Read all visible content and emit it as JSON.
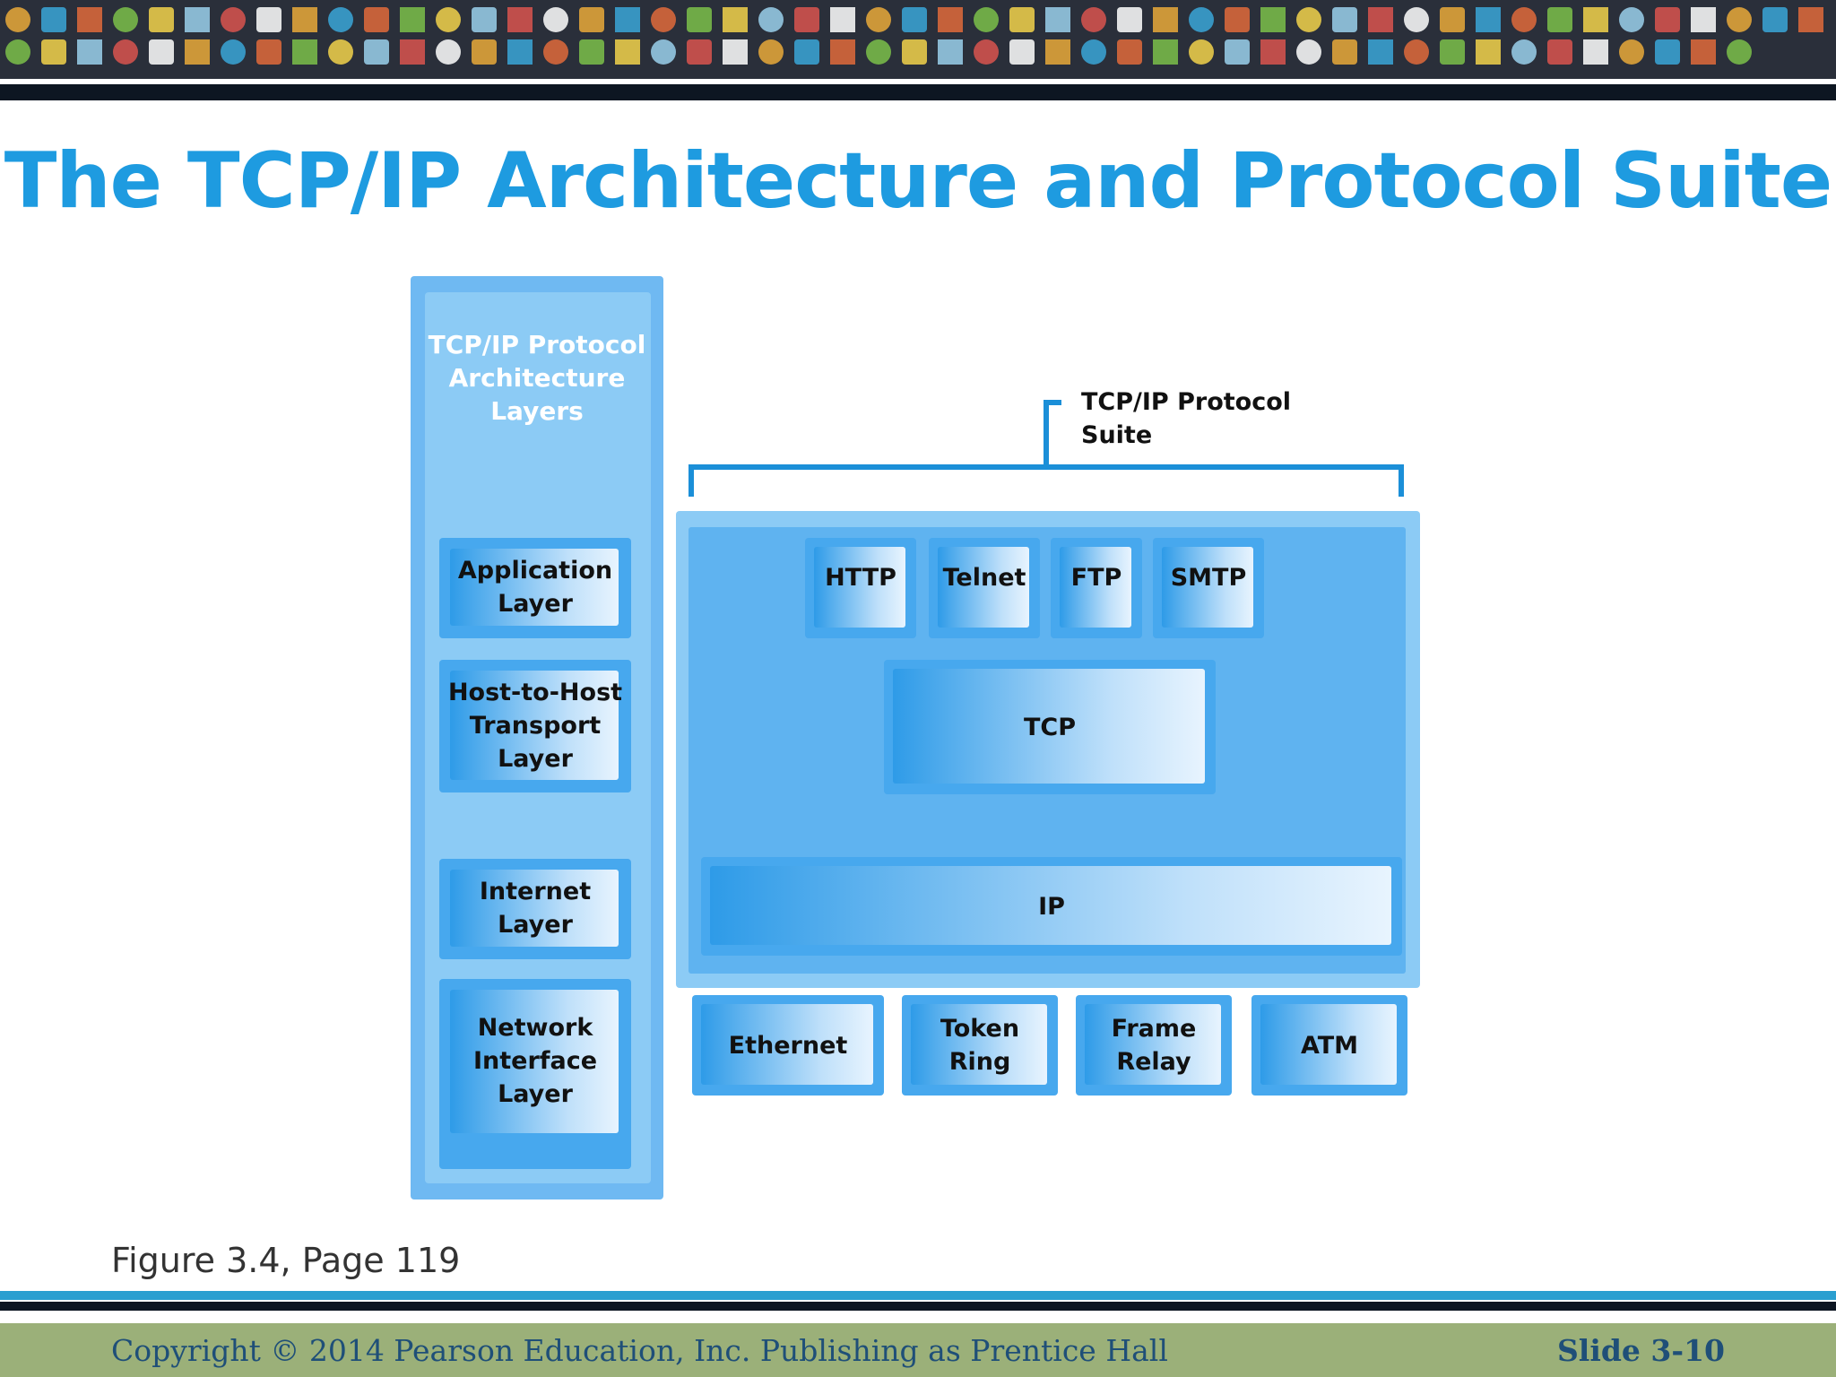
{
  "title": "The TCP/IP Architecture and Protocol Suite",
  "diagram": {
    "left_heading": "TCP/IP Protocol Architecture Layers",
    "layers": [
      "Application Layer",
      "Host-to-Host Transport Layer",
      "Internet Layer",
      "Network Interface Layer"
    ],
    "suite_label": "TCP/IP Protocol Suite",
    "application_protocols": [
      "HTTP",
      "Telnet",
      "FTP",
      "SMTP"
    ],
    "transport_protocol": "TCP",
    "internet_protocol": "IP",
    "network_protocols": [
      "Ethernet",
      "Token Ring",
      "Frame Relay",
      "ATM"
    ]
  },
  "caption": "Figure 3.4, Page 119",
  "footer": {
    "copyright": "Copyright © 2014 Pearson Education, Inc. Publishing as Prentice Hall",
    "slide": "Slide 3-10"
  },
  "colors": {
    "title": "#1e9be0",
    "box_dark": "#47a8ee",
    "box_light": "#8ccbf5",
    "footer_bg": "#9bb079",
    "footer_text": "#1f4f78"
  }
}
